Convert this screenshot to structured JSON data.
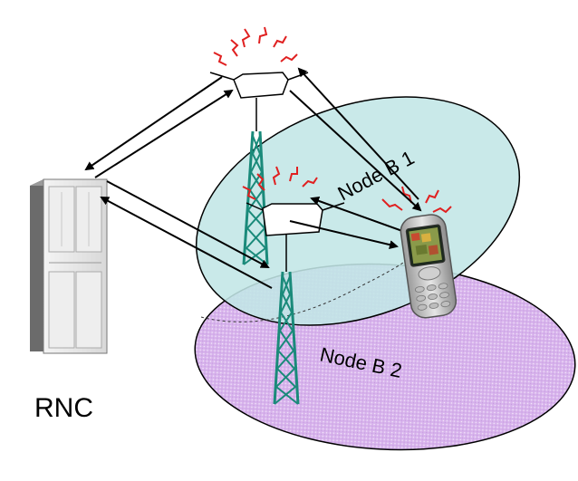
{
  "labels": {
    "node_b1": "Node B 1",
    "node_b2": "Node B 2",
    "rnc": "RNC"
  },
  "colors": {
    "cell1_fill": "#c2e6e6",
    "cell2_fill": "#d2a8e8",
    "tower": "#1a8a7a",
    "signal": "#e02020",
    "arrow": "#000000"
  },
  "icons": {
    "rnc": "server-cabinet-icon",
    "tower1": "antenna-tower-icon",
    "tower2": "antenna-tower-icon",
    "phone": "mobile-phone-icon"
  }
}
